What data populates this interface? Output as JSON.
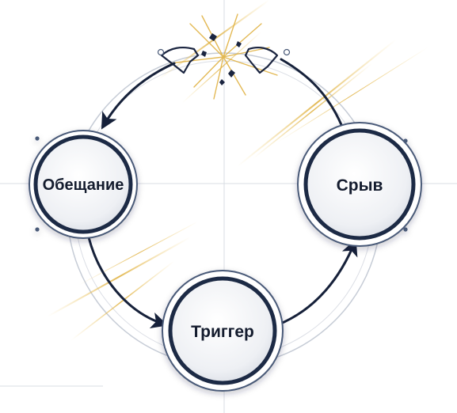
{
  "diagram": {
    "nodes": [
      {
        "id": "promise",
        "label": "Обещание"
      },
      {
        "id": "breakdown",
        "label": "Срыв"
      },
      {
        "id": "trigger",
        "label": "Триггер"
      }
    ],
    "edges": [
      {
        "from": "promise",
        "to": "trigger"
      },
      {
        "from": "trigger",
        "to": "breakdown"
      },
      {
        "from": "breakdown",
        "to": "promise",
        "style": "broken-link"
      }
    ],
    "colors": {
      "arrow": "#16213a",
      "ring_outer": "#4a5a78",
      "ring_inner": "#1f2a44",
      "node_fill": "#f4f5f8",
      "spark": "#d8a93a",
      "guide": "#c9ced8"
    }
  }
}
